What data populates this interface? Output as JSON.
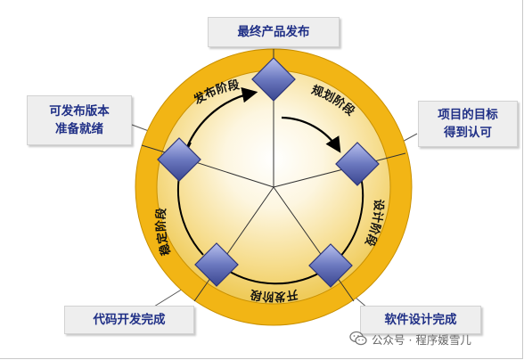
{
  "milestones": {
    "top": "最终产品发布",
    "right_upper": "项目的目标\n得到认可",
    "right_lower": "软件设计完成",
    "left_lower": "代码开发完成",
    "left_upper": "可发布版本\n准备就绪"
  },
  "phases": {
    "planning": "规划阶段",
    "design": "设计阶段",
    "development": "开发阶段",
    "stabilization": "稳定阶段",
    "release": "发布阶段"
  },
  "watermark": {
    "text": "公众号 · 程序媛雪儿",
    "icon": "wechat-icon"
  },
  "colors": {
    "ring": "#f2b515",
    "text_blue": "#1f2f86",
    "diamond": "#6b78bf"
  }
}
